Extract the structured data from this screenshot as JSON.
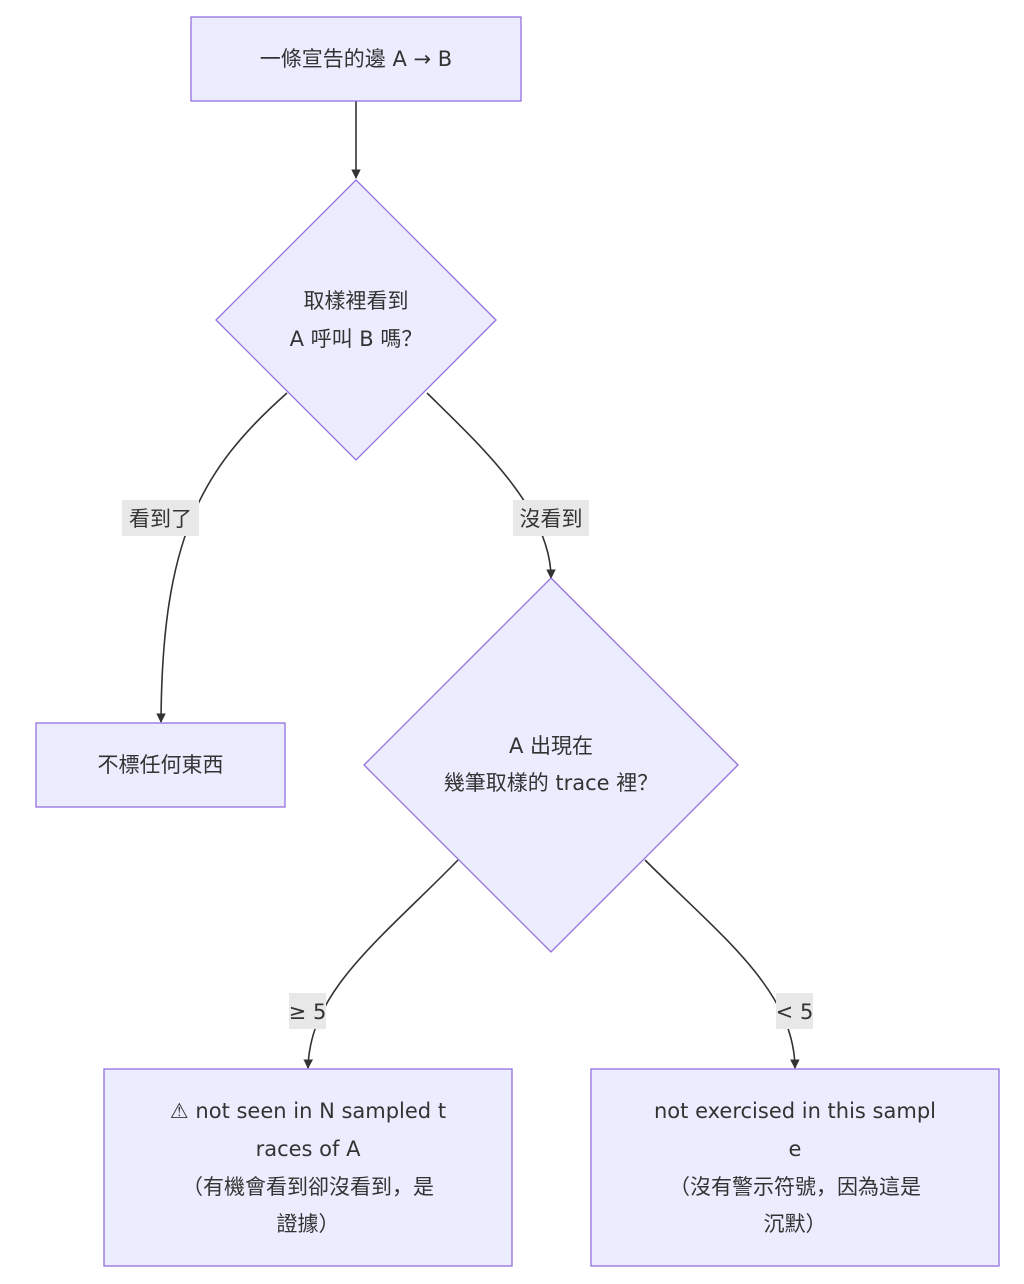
{
  "flowchart": {
    "colors": {
      "node_fill": "#ececff",
      "node_stroke": "#9370db",
      "edge": "#333333",
      "edge_label_bg": "#e8e8e8",
      "text": "#333333"
    },
    "nodes": {
      "start": {
        "lines": [
          "一條宣告的邊 A → B"
        ]
      },
      "q1": {
        "lines": [
          "取樣裡看到",
          "A 呼叫 B 嗎？"
        ]
      },
      "no_mark": {
        "lines": [
          "不標任何東西"
        ]
      },
      "q2": {
        "lines": [
          "A 出現在",
          "幾筆取樣的 trace 裡？"
        ]
      },
      "warn": {
        "lines": [
          "⚠ not seen in N sampled t",
          "races of A",
          "（有機會看到卻沒看到，是",
          "證據）"
        ]
      },
      "silent": {
        "lines": [
          "not exercised in this sampl",
          "e",
          "（沒有警示符號，因為這是",
          "沉默）"
        ]
      }
    },
    "edge_labels": {
      "seen": "看到了",
      "not_seen": "沒看到",
      "ge5": "≥ 5",
      "lt5": "< 5"
    }
  }
}
